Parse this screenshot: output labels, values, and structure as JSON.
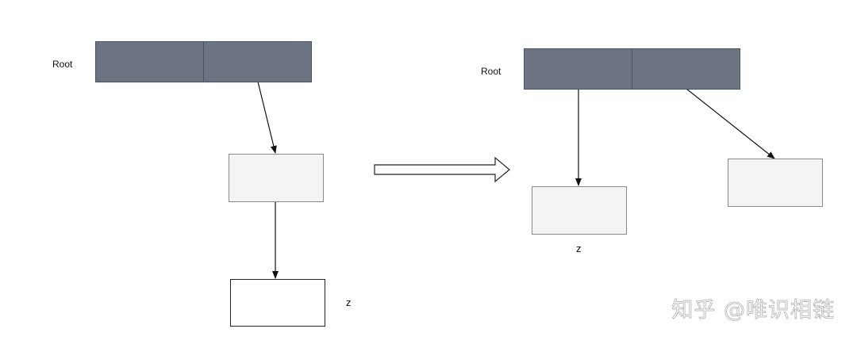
{
  "colors": {
    "root_fill": "#6b7480",
    "node_fill": "#f4f4f4",
    "z_node_fill": "#ffffff",
    "edge": "#111111"
  },
  "left": {
    "root_label": "Root",
    "z_label": "z"
  },
  "right": {
    "root_label": "Root",
    "z_label": "z"
  },
  "watermark": "知乎 @唯识相链"
}
